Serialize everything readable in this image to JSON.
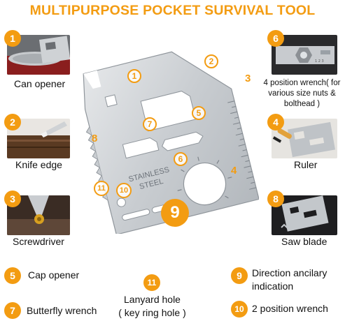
{
  "title": "MULTIPURPOSE POCKET SURVIVAL TOOL",
  "card": {
    "engraving_line1": "STAINLESS",
    "engraving_line2": "STEEL"
  },
  "left_features": [
    {
      "number": "1",
      "label": "Can opener"
    },
    {
      "number": "2",
      "label": "Knife edge"
    },
    {
      "number": "3",
      "label": "Screwdriver"
    }
  ],
  "right_features": [
    {
      "number": "6",
      "label": "4 position wrench( for various size nuts & bolthead )"
    },
    {
      "number": "4",
      "label": "Ruler"
    },
    {
      "number": "8",
      "label": "Saw blade"
    }
  ],
  "card_markers": [
    "1",
    "2",
    "3",
    "4",
    "5",
    "6",
    "7",
    "8",
    "9",
    "10",
    "11"
  ],
  "legend": [
    {
      "number": "5",
      "label": "Cap opener"
    },
    {
      "number": "7",
      "label": "Butterfly wrench"
    },
    {
      "number": "11",
      "label_line1": "Lanyard hole",
      "label_line2": "( key ring hole )"
    },
    {
      "number": "9",
      "label_line1": "Direction ancilary",
      "label_line2": "indication"
    },
    {
      "number": "10",
      "label": "2 position wrench"
    }
  ],
  "colors": {
    "accent": "#f39c12",
    "steel_light": "#d9dcdf",
    "steel_dark": "#9aa0a6",
    "text": "#111111"
  }
}
